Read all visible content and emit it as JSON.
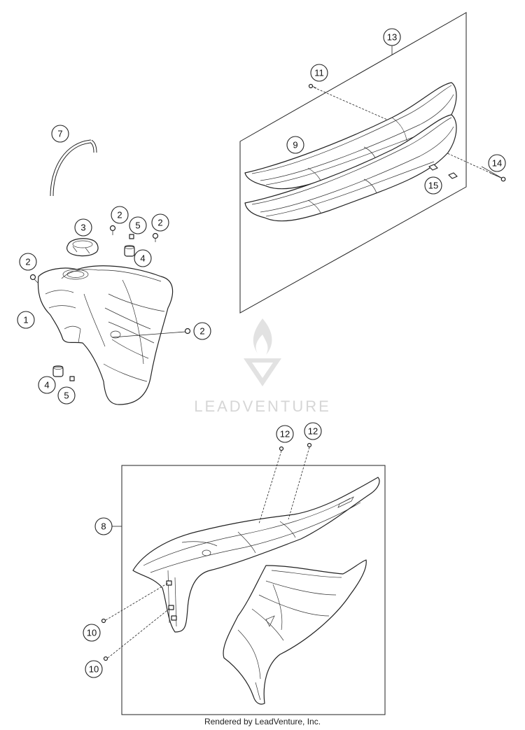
{
  "diagram": {
    "callouts": [
      "1",
      "2",
      "3",
      "4",
      "5",
      "7",
      "8",
      "9",
      "10",
      "11",
      "12",
      "13",
      "14",
      "15"
    ]
  },
  "watermark": {
    "text": "LEADVENTURE"
  },
  "footer": {
    "credit": "Rendered by LeadVenture, Inc."
  }
}
